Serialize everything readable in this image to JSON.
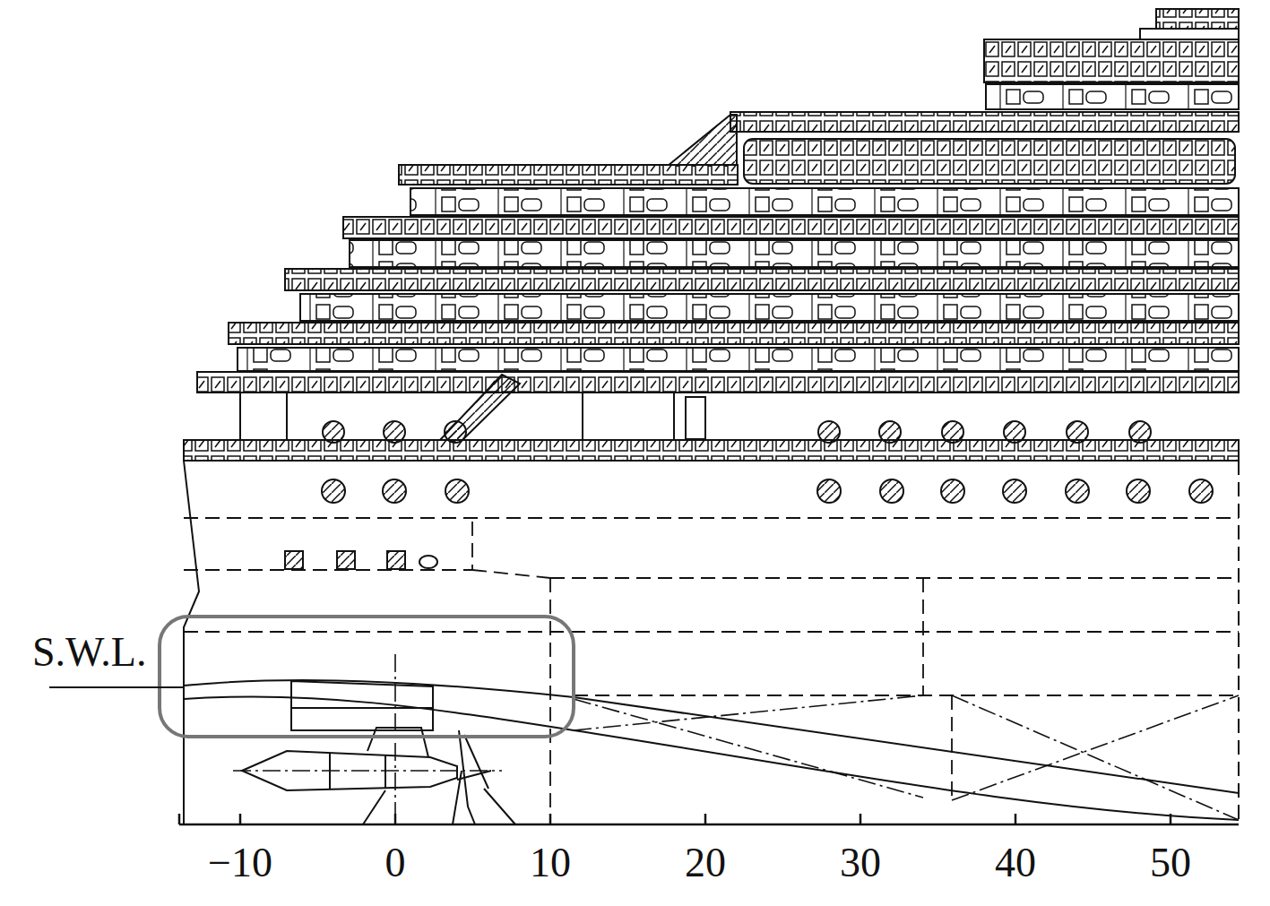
{
  "diagram": {
    "labels": [
      "S.W.L.",
      "−10",
      "0",
      "10",
      "20",
      "30",
      "40",
      "50"
    ]
  }
}
